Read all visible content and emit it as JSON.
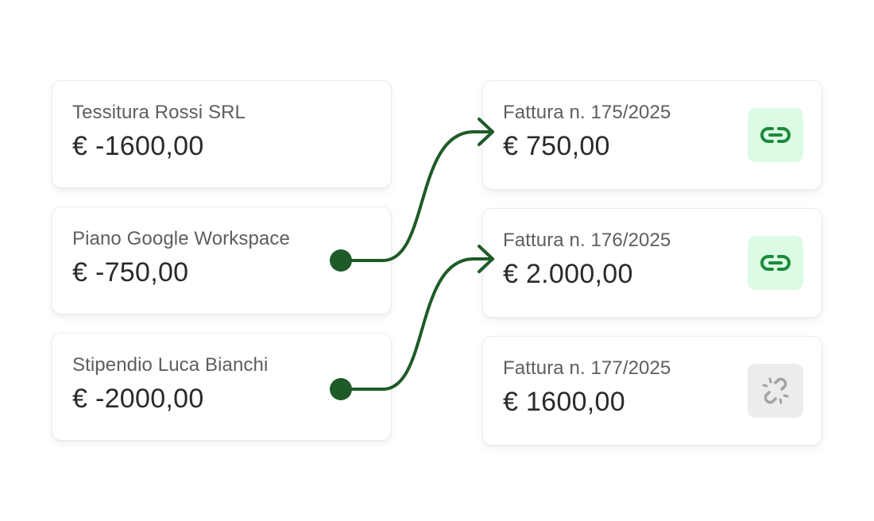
{
  "colors": {
    "connector": "#1e5b28",
    "linked_badge_bg": "#dcfbe5",
    "linked_icon": "#1e8a3c",
    "unlinked_badge_bg": "#ececec",
    "unlinked_icon": "#a3a3a3"
  },
  "transactions": [
    {
      "label": "Tessitura Rossi SRL",
      "amount": "€ -1600,00",
      "connected": false
    },
    {
      "label": "Piano Google Workspace",
      "amount": "€ -750,00",
      "connected": true
    },
    {
      "label": "Stipendio Luca Bianchi",
      "amount": "€ -2000,00",
      "connected": true
    }
  ],
  "invoices": [
    {
      "label": "Fattura n. 175/2025",
      "amount": "€ 750,00",
      "status": "linked",
      "icon": "link-icon"
    },
    {
      "label": "Fattura n. 176/2025",
      "amount": "€ 2.000,00",
      "status": "linked",
      "icon": "link-icon"
    },
    {
      "label": "Fattura n. 177/2025",
      "amount": "€ 1600,00",
      "status": "unlinked",
      "icon": "broken-link-icon"
    }
  ],
  "matches": [
    {
      "from_transaction": 1,
      "to_invoice": 0
    },
    {
      "from_transaction": 2,
      "to_invoice": 1
    }
  ]
}
